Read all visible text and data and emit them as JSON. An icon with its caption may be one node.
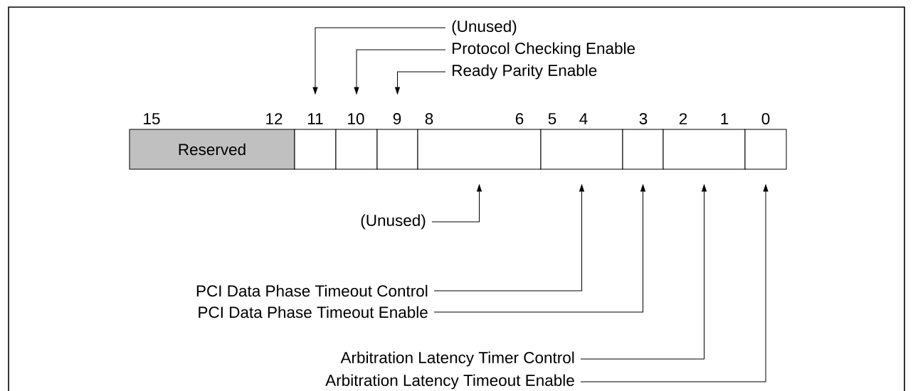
{
  "diagram": {
    "nodes": [
      {
        "text": [
          "Reserved"
        ]
      },
      {
        "text": [],
        "shape": "box"
      },
      {
        "text": [],
        "shape": "box"
      },
      {
        "text": [],
        "shape": "box"
      },
      {
        "text": [],
        "shape": "box"
      },
      {
        "text": [],
        "shape": "box"
      },
      {
        "text": [],
        "shape": "box"
      },
      {
        "text": [],
        "shape": "box"
      },
      {
        "text": [],
        "shape": "box"
      },
      {
        "text": [
          "(Unused)"
        ]
      },
      {
        "text": [
          "Protocol Checking Enable"
        ]
      },
      {
        "text": [
          "Ready Parity Enable"
        ]
      },
      {
        "text": [
          "(Unused)"
        ]
      },
      {
        "text": [
          "PCI Data Phase Timeout Control"
        ]
      },
      {
        "text": [
          "PCI Data Phase Timeout Enable"
        ]
      },
      {
        "text": [
          "Arbitration Latency Timer Control"
        ]
      },
      {
        "text": [
          "Arbitration Latency Timeout Enable"
        ]
      }
    ],
    "edges": [
      {
        "from": 9,
        "to": 1,
        "arrow": "to"
      },
      {
        "from": 10,
        "to": 2,
        "arrow": "to"
      },
      {
        "from": 11,
        "to": 3,
        "arrow": "to"
      },
      {
        "from": 12,
        "to": 4,
        "arrow": "to"
      },
      {
        "from": 13,
        "to": 5,
        "arrow": "to"
      },
      {
        "from": 14,
        "to": 6,
        "arrow": "to"
      },
      {
        "from": 15,
        "to": 7,
        "arrow": "to"
      },
      {
        "from": 16,
        "to": 8,
        "arrow": "to"
      }
    ],
    "labels": [
      "15",
      "12",
      "11",
      "10",
      "9",
      "8",
      "6",
      "5",
      "4",
      "3",
      "2",
      "1",
      "0"
    ]
  }
}
